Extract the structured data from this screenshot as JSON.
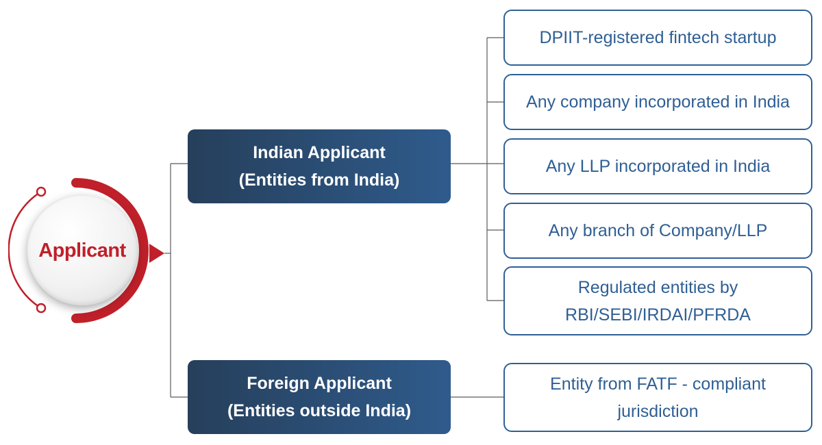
{
  "colors": {
    "accent_red": "#c0202a",
    "box_dark": "#263f5b",
    "box_light": "#2f5b8c",
    "leaf_border": "#2f5f94",
    "connector": "#5a5a5a"
  },
  "root": {
    "label": "Applicant"
  },
  "categories": [
    {
      "line1": "Indian Applicant",
      "line2": "(Entities from India)",
      "items": [
        {
          "line1": "DPIIT-registered fintech startup"
        },
        {
          "line1": "Any company incorporated in India"
        },
        {
          "line1": "Any LLP incorporated in India"
        },
        {
          "line1": "Any branch of Company/LLP"
        },
        {
          "line1": "Regulated entities by",
          "line2": "RBI/SEBI/IRDAI/PFRDA"
        }
      ]
    },
    {
      "line1": "Foreign Applicant",
      "line2": "(Entities outside India)",
      "items": [
        {
          "line1": "Entity from FATF - compliant",
          "line2": "jurisdiction"
        }
      ]
    }
  ]
}
